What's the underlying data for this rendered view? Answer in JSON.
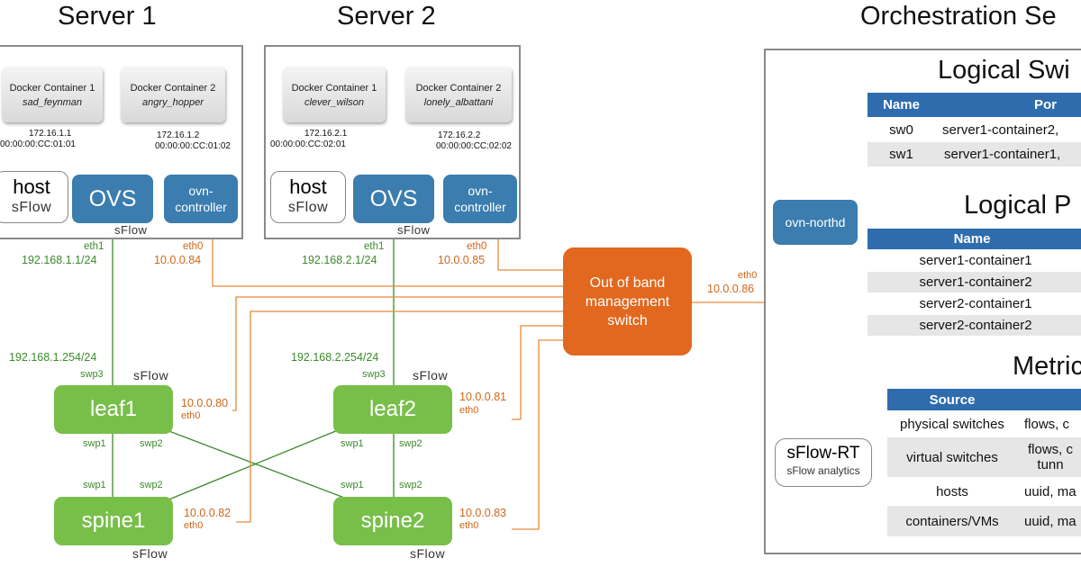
{
  "titles": {
    "server1": "Server 1",
    "server2": "Server 2",
    "orchestration": "Orchestration Se"
  },
  "server1": {
    "container1": {
      "name": "Docker Container 1",
      "sub": "sad_feynman",
      "ip": "172.16.1.1",
      "mac": "00:00:00:CC:01:01"
    },
    "container2": {
      "name": "Docker Container 2",
      "sub": "angry_hopper",
      "ip": "172.16.1.2",
      "mac": "00:00:00:CC:01:02"
    },
    "host_label": "host",
    "ovs_label": "OVS",
    "controller_label": "ovn-\ncontroller",
    "sflow": "sFlow",
    "eth1": "eth1",
    "eth1_ip": "192.168.1.1/24",
    "eth0": "eth0",
    "eth0_ip": "10.0.0.84"
  },
  "server2": {
    "container1": {
      "name": "Docker Container 1",
      "sub": "clever_wilson",
      "ip": "172.16.2.1",
      "mac": "00:00:00:CC:02:01"
    },
    "container2": {
      "name": "Docker Container 2",
      "sub": "lonely_albattani",
      "ip": "172.16.2.2",
      "mac": "00:00:00:CC:02:02"
    },
    "host_label": "host",
    "ovs_label": "OVS",
    "controller_label": "ovn-\ncontroller",
    "sflow": "sFlow",
    "eth1": "eth1",
    "eth1_ip": "192.168.2.1/24",
    "eth0": "eth0",
    "eth0_ip": "10.0.0.85"
  },
  "switch": {
    "label": "Out of band\nmanagement\nswitch",
    "eth0": "eth0",
    "ip": "10.0.0.86"
  },
  "leaf1": {
    "label": "leaf1",
    "gw": "192.168.1.254/24",
    "swp3": "swp3",
    "swp1": "swp1",
    "swp2": "swp2",
    "ip": "10.0.0.80",
    "eth0": "eth0",
    "sflow": "sFlow"
  },
  "leaf2": {
    "label": "leaf2",
    "gw": "192.168.2.254/24",
    "swp3": "swp3",
    "swp1": "swp1",
    "swp2": "swp2",
    "ip": "10.0.0.81",
    "eth0": "eth0",
    "sflow": "sFlow"
  },
  "spine1": {
    "label": "spine1",
    "swp1": "swp1",
    "swp2": "swp2",
    "ip": "10.0.0.82",
    "eth0": "eth0",
    "sflow": "sFlow"
  },
  "spine2": {
    "label": "spine2",
    "swp1": "swp1",
    "swp2": "swp2",
    "ip": "10.0.0.83",
    "eth0": "eth0",
    "sflow": "sFlow"
  },
  "orchestration": {
    "northd": "ovn-northd",
    "sflowrt": "sFlow-RT",
    "sflowrt_sub": "sFlow analytics",
    "logical_switches": {
      "title": "Logical Swi",
      "headers": [
        "Name",
        "Por"
      ],
      "rows": [
        [
          "sw0",
          "server1-container2,"
        ],
        [
          "sw1",
          "server1-container1,"
        ]
      ]
    },
    "logical_ports": {
      "title": "Logical P",
      "headers": [
        "Name"
      ],
      "rows": [
        "server1-container1",
        "server1-container2",
        "server2-container1",
        "server2-container2"
      ]
    },
    "metrics": {
      "title": "Metric",
      "headers": [
        "Source"
      ],
      "rows": [
        [
          "physical switches",
          "flows, c"
        ],
        [
          "virtual switches",
          "flows, c\ntunn"
        ],
        [
          "hosts",
          "uuid, ma"
        ],
        [
          "containers/VMs",
          "uuid, ma"
        ]
      ]
    }
  },
  "colors": {
    "ovs": "#3a7dae",
    "green": "#78bf4a",
    "orange": "#e2681f",
    "header": "#2f6cae",
    "green_link": "#3b8a2a",
    "orange_link": "#e68a3a"
  }
}
